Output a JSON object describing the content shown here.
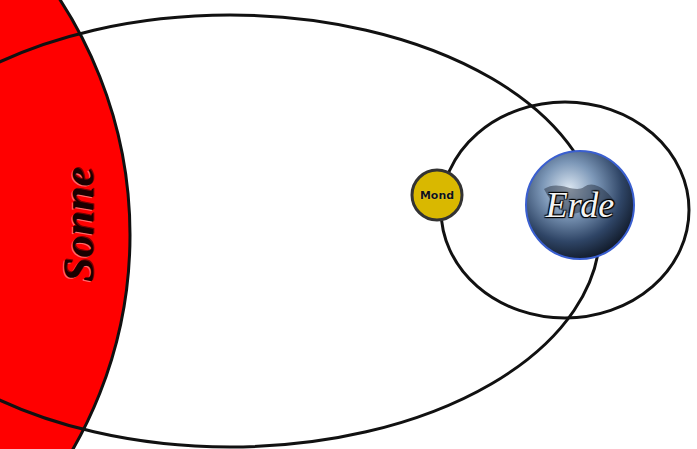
{
  "diagram": {
    "nodes": [
      {
        "text": [
          "Sonne"
        ]
      },
      {
        "text": [
          "Mond"
        ]
      },
      {
        "text": [
          "Erde"
        ]
      }
    ]
  }
}
